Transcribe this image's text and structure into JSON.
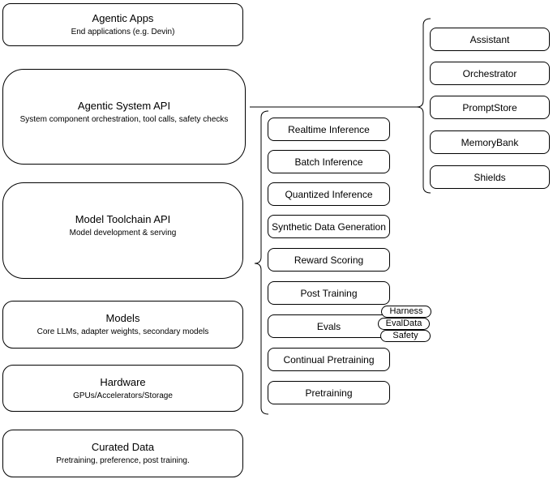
{
  "colors": {
    "background": "#ffffff",
    "stroke": "#000000",
    "text": "#000000"
  },
  "left_stack": [
    {
      "title": "Agentic Apps",
      "subtitle": "End applications (e.g. Devin)"
    },
    {
      "title": "Agentic System API",
      "subtitle": "System component orchestration, tool calls, safety checks"
    },
    {
      "title": "Model Toolchain API",
      "subtitle": "Model development & serving"
    },
    {
      "title": "Models",
      "subtitle": "Core LLMs, adapter weights, secondary models"
    },
    {
      "title": "Hardware",
      "subtitle": "GPUs/Accelerators/Storage"
    },
    {
      "title": "Curated Data",
      "subtitle": "Pretraining, preference, post training."
    }
  ],
  "toolchain": {
    "items": [
      "Realtime Inference",
      "Batch Inference",
      "Quantized Inference",
      "Synthetic Data Generation",
      "Reward Scoring",
      "Post Training",
      "Evals",
      "Continual Pretraining",
      "Pretraining"
    ]
  },
  "evals_tags": [
    "Harness",
    "EvalData",
    "Safety"
  ],
  "system_components": [
    "Assistant",
    "Orchestrator",
    "PromptStore",
    "MemoryBank",
    "Shields"
  ]
}
